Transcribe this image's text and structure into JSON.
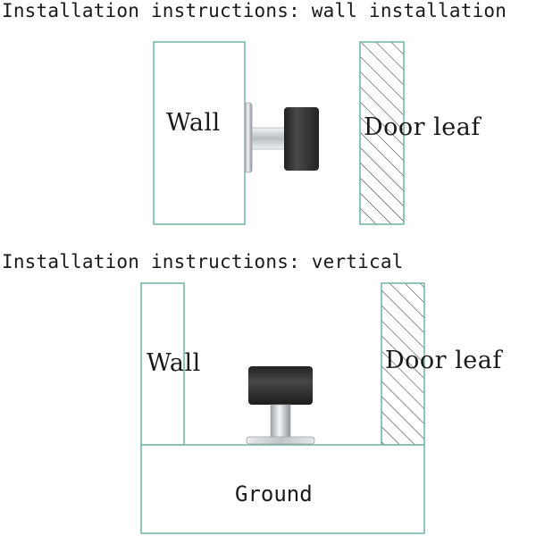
{
  "section_wall": {
    "heading": "Installation instructions: wall installation",
    "wall_label": "Wall",
    "door_label": "Door leaf"
  },
  "section_vertical": {
    "heading": "Installation instructions: vertical",
    "wall_label": "Wall",
    "door_label": "Door leaf",
    "ground_label": "Ground"
  },
  "colors": {
    "outline": "#6fb3a5",
    "stopper_body": "#2b2b2b",
    "metal": "#c9cdd1"
  }
}
